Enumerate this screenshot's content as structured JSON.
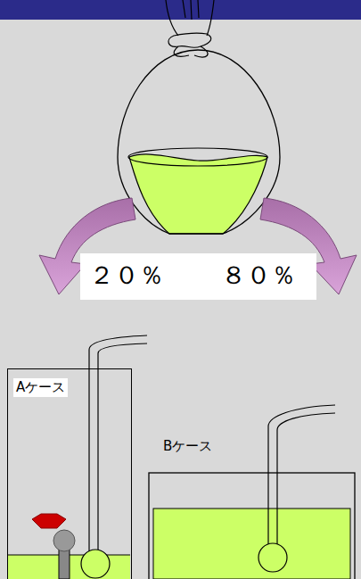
{
  "diagram": {
    "nodes": [
      {
        "text": [
          "２０％",
          "８０％"
        ]
      },
      {
        "text": [
          "Aケース"
        ]
      },
      {
        "text": [
          "Bケース"
        ]
      }
    ]
  }
}
